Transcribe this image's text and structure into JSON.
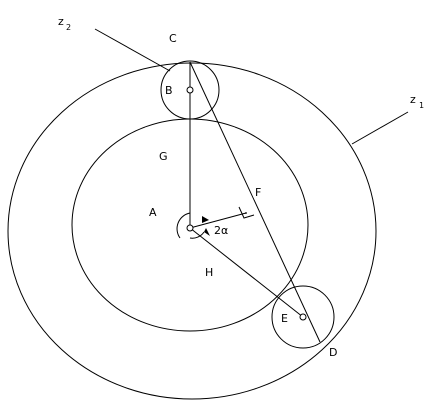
{
  "diagram": {
    "labels": {
      "A": "A",
      "B": "B",
      "C": "C",
      "D": "D",
      "E": "E",
      "F": "F",
      "G": "G",
      "H": "H",
      "angle": "2α"
    },
    "z1": {
      "base": "z",
      "subscript": "1"
    },
    "z2": {
      "base": "z",
      "subscript": "2"
    }
  }
}
